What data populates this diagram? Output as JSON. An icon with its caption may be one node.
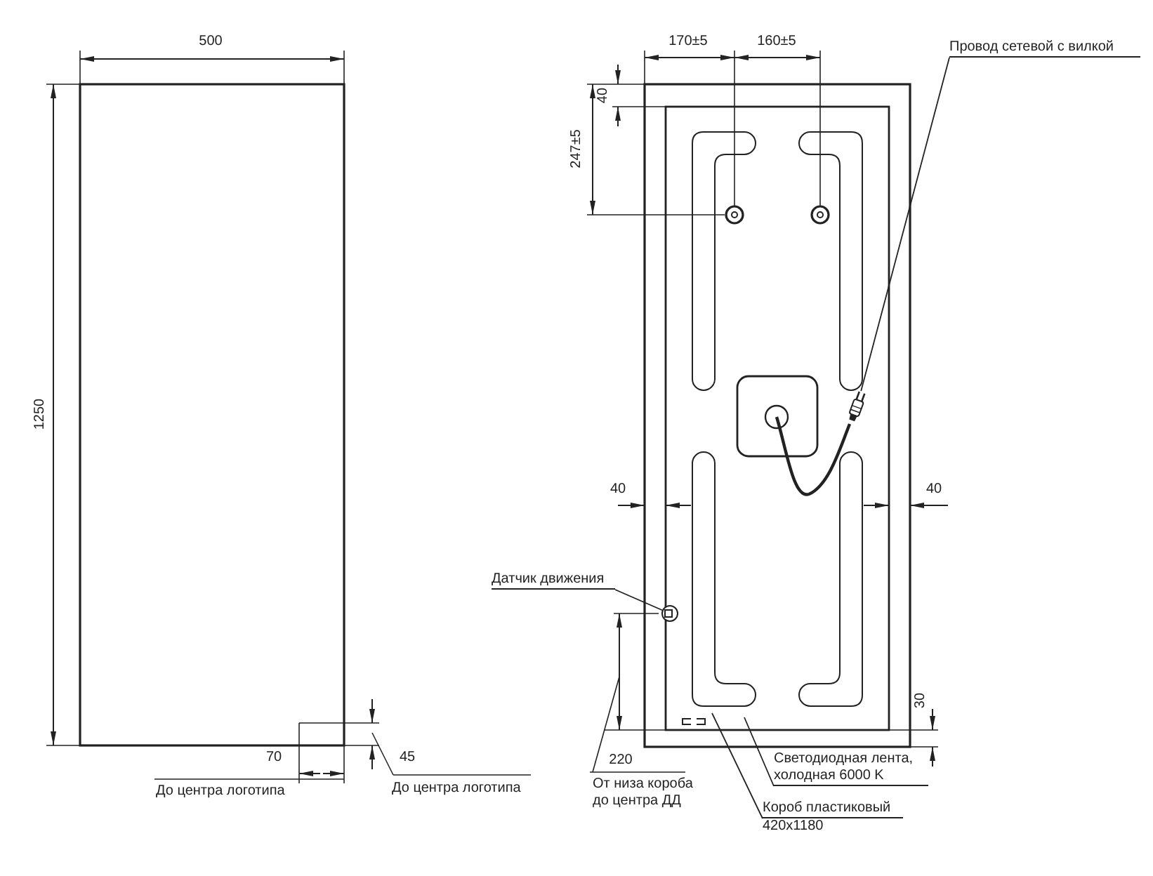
{
  "diagram": {
    "nodes": [
      {
        "text": [
          "Провод сетевой с вилкой"
        ]
      },
      {
        "text": [],
        "shape": "picture"
      },
      {
        "text": [
          "Датчик движения"
        ]
      },
      {
        "text": [],
        "shape": "circle"
      },
      {
        "text": [
          "Светодиодная лента, холодная 6000 K"
        ]
      },
      {
        "text": [
          "Короб пластиковый",
          "420x1180"
        ]
      }
    ],
    "edges": [
      {
        "from": 0,
        "to": 1,
        "arrow": "none"
      },
      {
        "from": 2,
        "to": 3,
        "arrow": "none"
      },
      {
        "from": 4,
        "to": null,
        "arrow": "none"
      },
      {
        "from": 5,
        "to": null,
        "arrow": "none"
      }
    ],
    "labels": [
      "500",
      "170±5",
      "160±5",
      "40",
      "247±5",
      "1250",
      "40",
      "40",
      "30",
      "70",
      "45",
      "220",
      "До центра логотипа",
      "До центра логотипа",
      "От низа короба до центра ДД"
    ]
  }
}
